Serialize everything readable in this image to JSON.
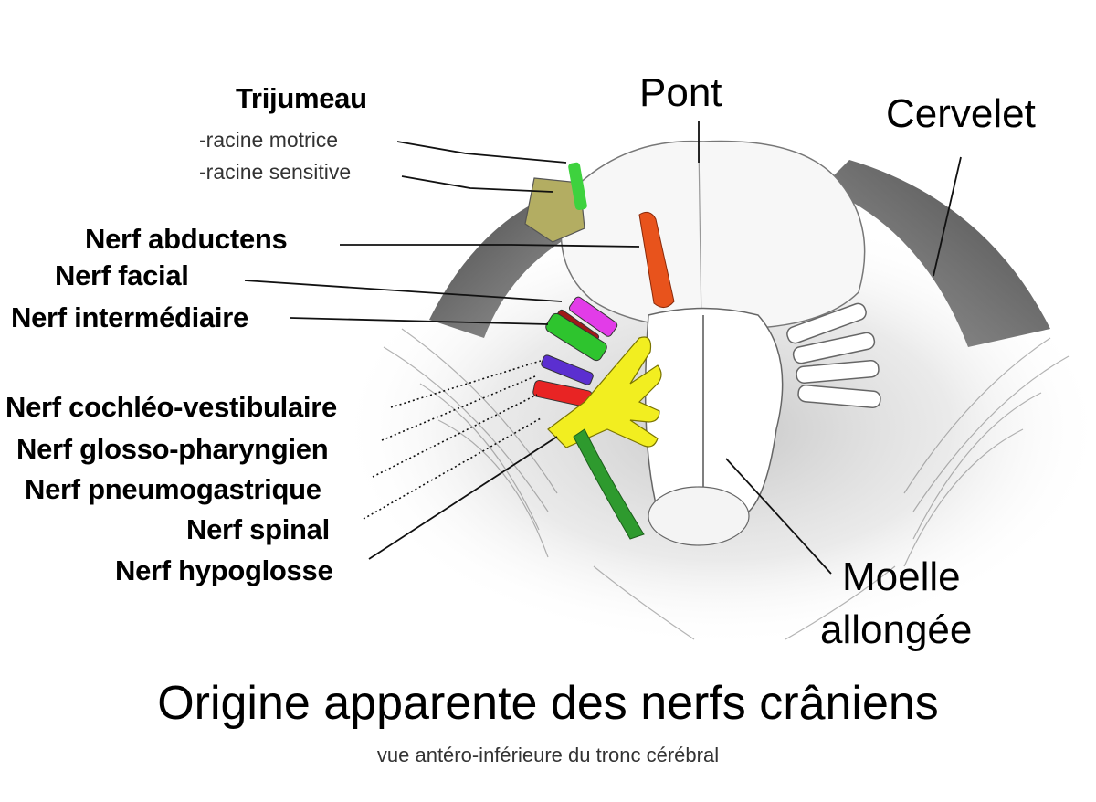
{
  "title": "Origine apparente des nerfs crâniens",
  "subtitle": "vue antéro-inférieure du tronc cérébral",
  "structures": {
    "pont": "Pont",
    "cervelet": "Cervelet",
    "moelle_line1": "Moelle",
    "moelle_line2": "allongée"
  },
  "trijumeau": {
    "label": "Trijumeau",
    "racine_motrice": "-racine motrice",
    "racine_sensitive": "-racine sensitive"
  },
  "nerves": [
    {
      "label": "Nerf abductens",
      "color": "#e8531c"
    },
    {
      "label": "Nerf facial",
      "color": "#e23ce8"
    },
    {
      "label": "Nerf intermédiaire",
      "color": "#a01818"
    },
    {
      "label": "Nerf cochléo-vestibulaire",
      "color": "#2ec42e"
    },
    {
      "label": "Nerf glosso-pharyngien",
      "color": "#5b2fd0"
    },
    {
      "label": "Nerf pneumogastrique",
      "color": "#e82424"
    },
    {
      "label": "Nerf spinal",
      "color": "#f2ee20"
    },
    {
      "label": "Nerf hypoglosse",
      "color": "#2e9a2e"
    }
  ],
  "colors": {
    "trijumeau_sensitive": "#b3ad62",
    "trijumeau_motrice": "#3ed23e",
    "hypoglosse_roots": "#3aa53a"
  }
}
